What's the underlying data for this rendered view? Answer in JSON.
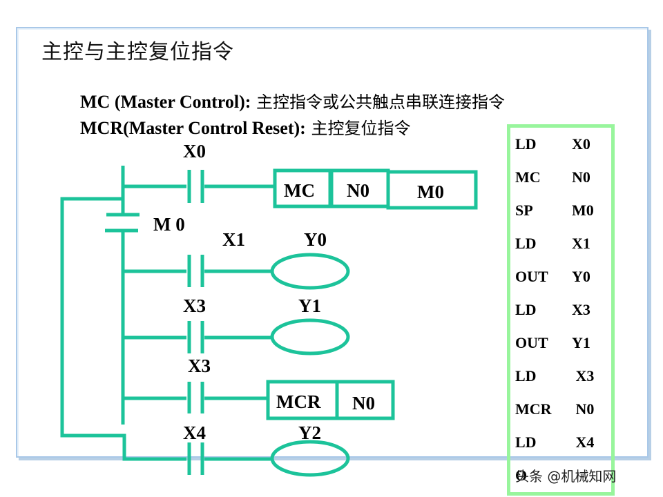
{
  "slide": {
    "title": "主控与主控复位指令",
    "descriptions": {
      "mc": {
        "term": "MC (Master Control):",
        "text": " 主控指令或公共触点串联连接指令"
      },
      "mcr": {
        "term": "MCR(Master Control Reset):",
        "text": " 主控复位指令"
      }
    }
  },
  "colors": {
    "ladder_line": "#1cc39a",
    "code_box_border": "#98f59c",
    "frame_border": "#a9c8e8"
  },
  "ladder": {
    "rungs": [
      {
        "contact": "X0",
        "output_type": "instruction",
        "instruction": "MC",
        "operands": [
          "N0",
          "M0"
        ]
      },
      {
        "contact": "M 0",
        "output_type": "master-control-contact"
      },
      {
        "contact": "X1",
        "output_type": "coil",
        "coil": "Y0"
      },
      {
        "contact": "X3",
        "output_type": "coil",
        "coil": "Y1"
      },
      {
        "contact": "X3",
        "output_type": "instruction",
        "instruction": "MCR",
        "operands": [
          "N0"
        ]
      },
      {
        "contact": "X4",
        "output_type": "coil",
        "coil": "Y2"
      }
    ]
  },
  "instruction_list": [
    {
      "op": "LD",
      "arg": "X0"
    },
    {
      "op": "MC",
      "arg": "N0"
    },
    {
      "op": "SP",
      "arg": "M0"
    },
    {
      "op": "LD",
      "arg": "X1"
    },
    {
      "op": "OUT",
      "arg": "Y0"
    },
    {
      "op": "LD",
      "arg": "X3"
    },
    {
      "op": "OUT",
      "arg": "Y1"
    },
    {
      "op": "LD",
      "arg": " X3"
    },
    {
      "op": "MCR",
      "arg": " N0"
    },
    {
      "op": "LD",
      "arg": " X4"
    },
    {
      "op": "O",
      "arg": ""
    }
  ],
  "watermark": "头条 @机械知网"
}
